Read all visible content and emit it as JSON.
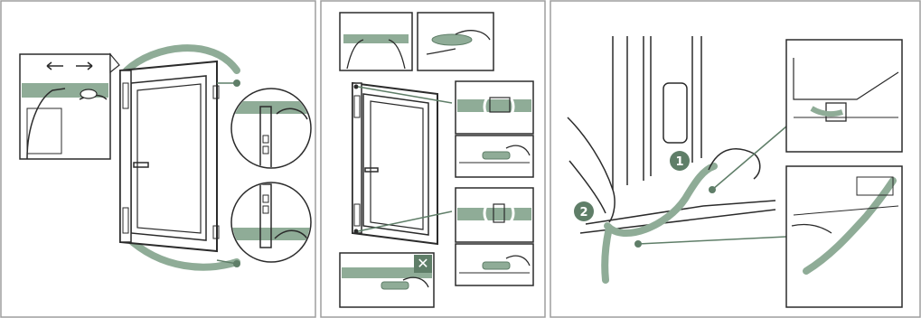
{
  "colors": {
    "strap": "#8fac97",
    "strap_dark": "#5f7e68",
    "line": "#2b2b2b",
    "panel_border": "#9d9d9d",
    "callout": "#5f7e68",
    "badge": "#5f7e68",
    "badge_text": "#ffffff"
  },
  "panels": [
    {
      "name": "panel-1"
    },
    {
      "name": "panel-2"
    },
    {
      "name": "panel-3"
    }
  ],
  "badges": {
    "step_1": "1",
    "step_2": "2",
    "forbidden": "✕"
  },
  "icons": {
    "arrows": "double-horizontal-arrow-icon",
    "forbidden": "x-mark-icon"
  }
}
